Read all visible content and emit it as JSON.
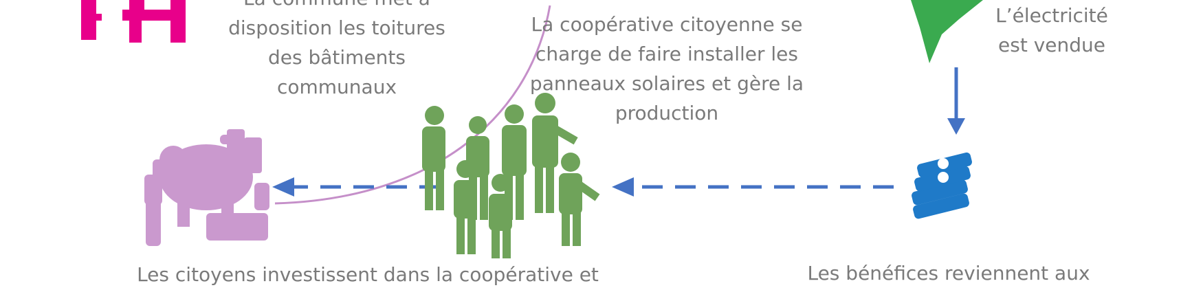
{
  "texts": {
    "commune": [
      "La commune  met à",
      "disposition les toitures",
      "des bâtiments",
      "communaux"
    ],
    "cooperative": [
      "La coopérative citoyenne  se",
      "charge de faire installer les",
      "panneaux solaires et gère la",
      "production"
    ],
    "electricity": [
      "L’électricité",
      "est vendue"
    ],
    "citizens": [
      "Les citoyens investissent dans la coopérative et"
    ],
    "benefits": [
      "Les bénéfices reviennent aux"
    ]
  },
  "icons": {
    "building": "building-icon",
    "lightning": "lightning-bolt-icon",
    "piggy": "piggy-bank-coins-icon",
    "people": "people-group-icon",
    "money": "money-stack-icon"
  },
  "colors": {
    "magenta": "#e8008a",
    "green": "#3aaa4f",
    "lilac": "#c58fc9",
    "people_green": "#6fa35a",
    "blue": "#4472c4",
    "money_blue": "#1f7ac8",
    "text": "#7a7a7a"
  }
}
